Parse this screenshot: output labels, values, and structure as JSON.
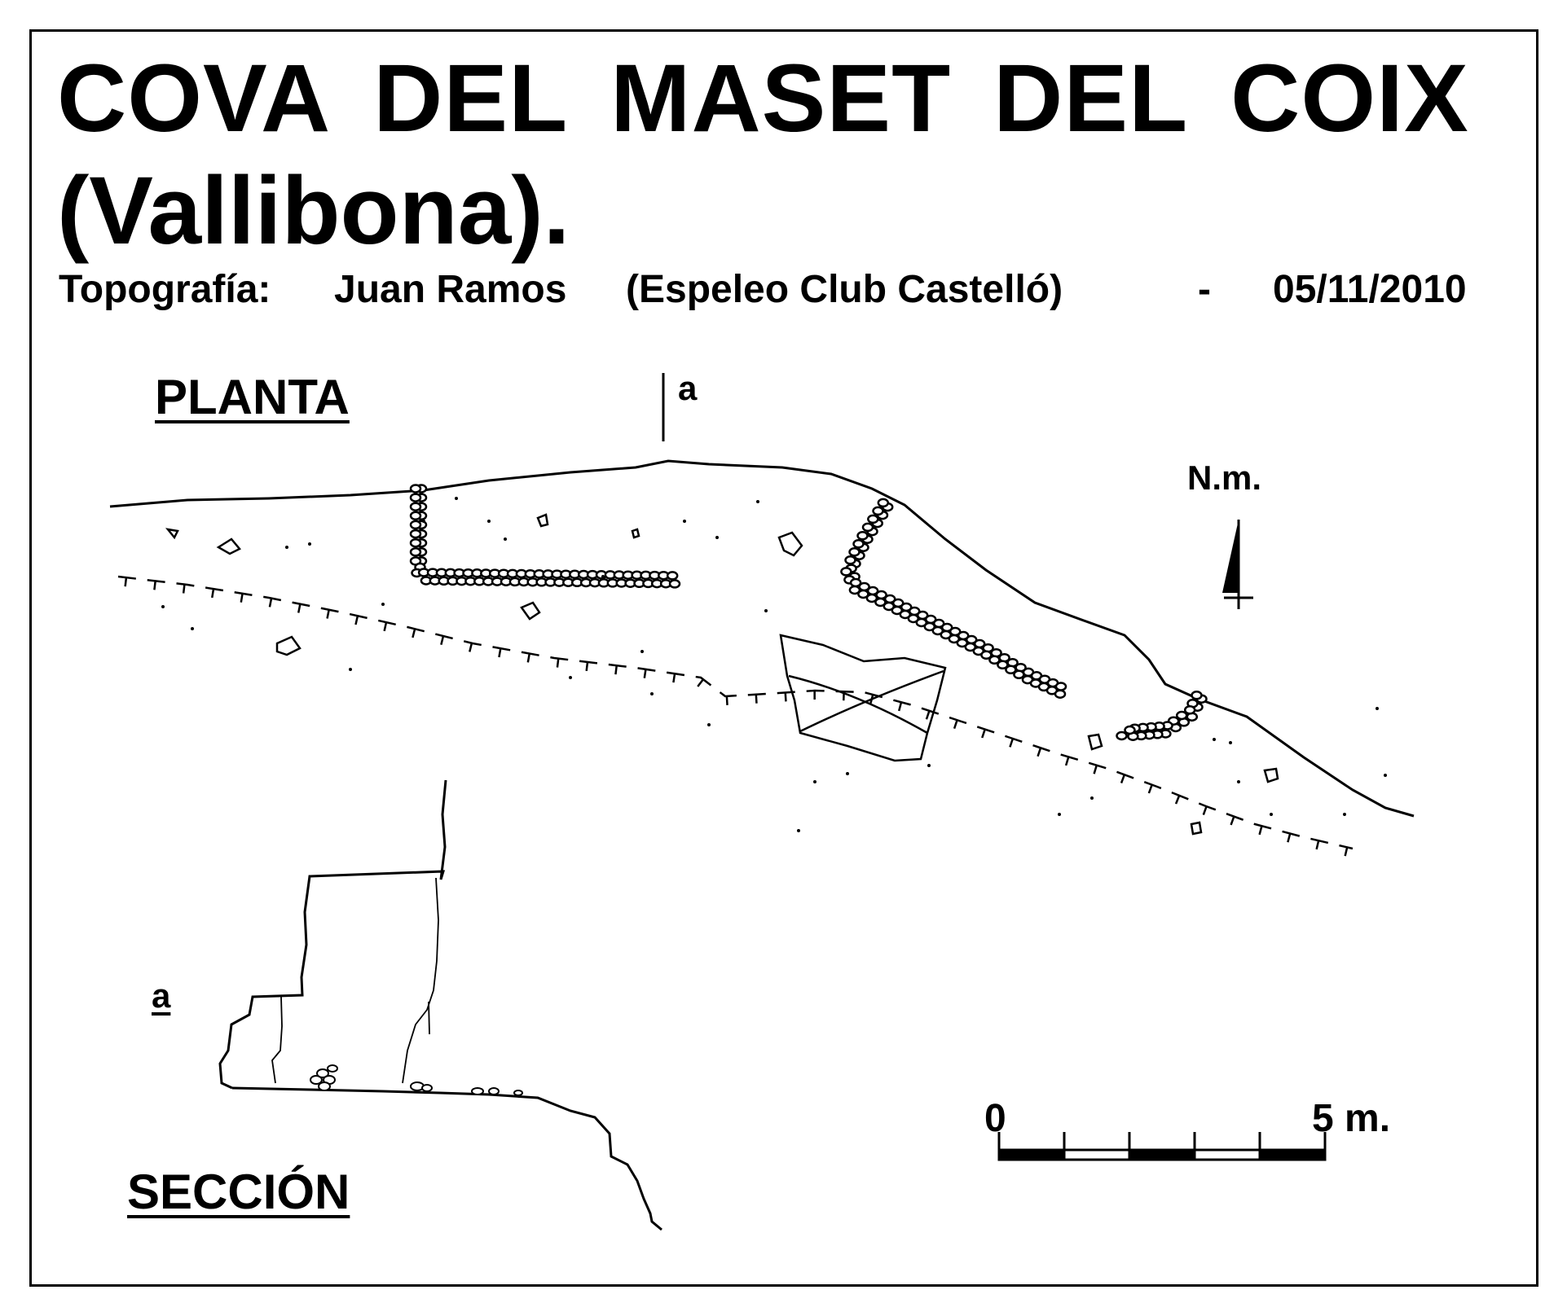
{
  "title": {
    "line1_words": [
      "COVA",
      "DEL",
      "MASET",
      "DEL",
      "COIX"
    ],
    "line2": "(Vallibona)."
  },
  "credit": {
    "label": "Topografía:",
    "author": "Juan Ramos",
    "club": "(Espeleo Club Castelló)",
    "separator": "-",
    "date": "05/11/2010"
  },
  "plan": {
    "heading": "PLANTA",
    "section_mark": "a",
    "north_label": "N.m."
  },
  "section": {
    "heading": "SECCIÓN",
    "section_mark": "a"
  },
  "scale": {
    "start_label": "0",
    "end_label": "5 m.",
    "divisions": 5
  }
}
